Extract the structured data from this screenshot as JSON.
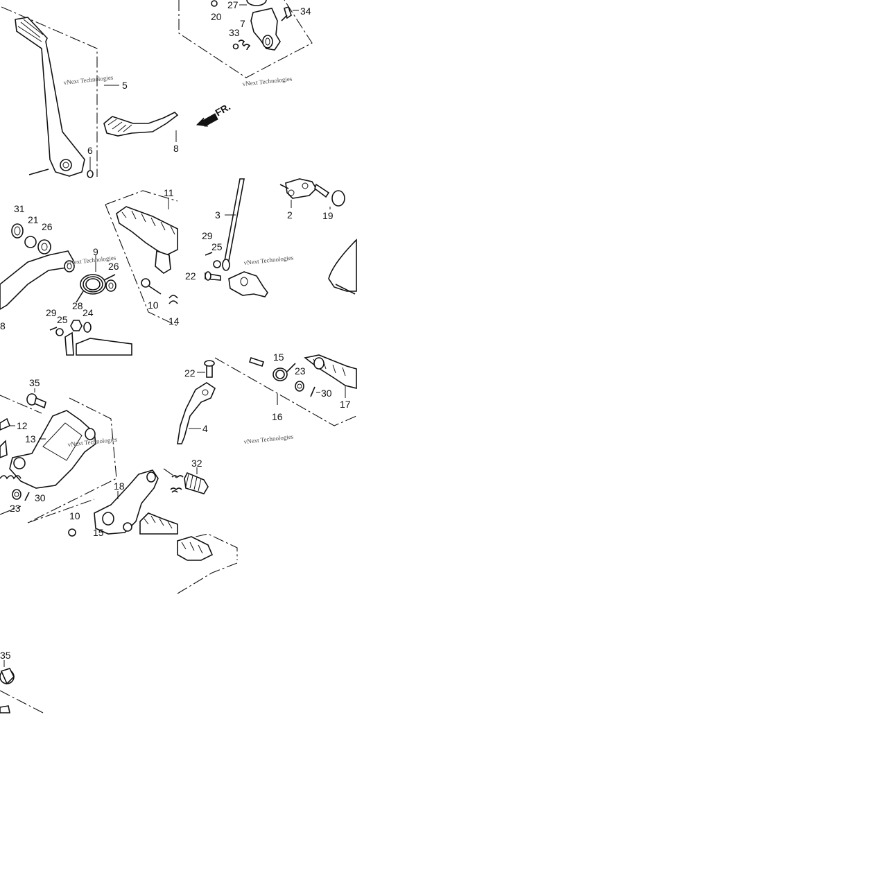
{
  "watermark": "vNext Technologies",
  "direction_label": "FR.",
  "tiles": [
    {
      "id": "t1",
      "labels": [
        "20",
        "27",
        "34",
        "33",
        "7",
        "5",
        "6",
        "8"
      ]
    },
    {
      "id": "t2",
      "labels": [
        "11",
        "31",
        "21",
        "26",
        "9",
        "26",
        "29",
        "25",
        "28",
        "24",
        "10",
        "14",
        "8"
      ]
    },
    {
      "id": "t3",
      "labels": [
        "3",
        "2",
        "19",
        "29",
        "25",
        "22"
      ]
    },
    {
      "id": "t4",
      "labels": [
        "35",
        "12",
        "13",
        "18",
        "30",
        "23",
        "10",
        "15"
      ]
    },
    {
      "id": "t5",
      "labels": [
        "22",
        "4",
        "15",
        "23",
        "30",
        "16",
        "17",
        "32"
      ]
    },
    {
      "id": "t6",
      "labels": [
        "35"
      ]
    }
  ]
}
